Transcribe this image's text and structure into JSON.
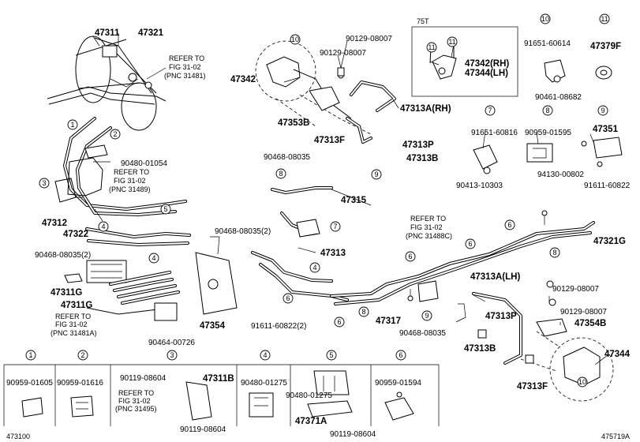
{
  "labels": {
    "p47311": "47311",
    "p47321": "47321",
    "refer_31481_l1": "REFER TO",
    "refer_31481_l2": "FIG 31-02",
    "refer_31481_l3": "(PNC 31481)",
    "p90480_01054": "90480-01054",
    "refer_31489_l1": "REFER TO",
    "refer_31489_l2": "FIG 31-02",
    "refer_31489_l3": "(PNC 31489)",
    "p47312": "47312",
    "p47322": "47322",
    "p90468_08035_2_left": "90468-08035(2)",
    "p47311g": "47311G",
    "p47311g_2": "47311G",
    "refer_31481a_l1": "REFER TO",
    "refer_31481a_l2": "FIG 31-02",
    "refer_31481a_l3": "(PNC 31481A)",
    "p90464_00726": "90464-00726",
    "p47342_left": "47342",
    "p90129_08007_a": "90129-08007",
    "p90129_08007_b": "90129-08007",
    "p47313a_rh": "47313A(RH)",
    "p47353b": "47353B",
    "p47313f_top": "47313F",
    "p47313p_top": "47313P",
    "p47313b_top": "47313B",
    "p90468_08035_mid": "90468-08035",
    "p47315": "47315",
    "p90468_08035_2_mid": "90468-08035(2)",
    "p47313": "47313",
    "p47354": "47354",
    "p91611_60822_2": "91611-60822(2)",
    "box75t_title": "75T",
    "p47342_rh": "47342(RH)",
    "p47344_lh": "47344(LH)",
    "p91651_60614": "91651-60614",
    "p90461_08682": "90461-08682",
    "p47379f": "47379F",
    "p91651_60816": "91651-60816",
    "p90413_10303": "90413-10303",
    "p90959_01595": "90959-01595",
    "p47351": "47351",
    "p94130_00802": "94130-00802",
    "p91611_60822": "91611-60822",
    "refer_31488c_l1": "REFER TO",
    "refer_31488c_l2": "FIG 31-02",
    "refer_31488c_l3": "(PNC 31488C)",
    "p47321g": "47321G",
    "p47313a_lh": "47313A(LH)",
    "p90129_08007_c": "90129-08007",
    "p90129_08007_d": "90129-08007",
    "p47354b": "47354B",
    "p47313p_bot": "47313P",
    "p47313b_bot": "47313B",
    "p47344": "47344",
    "p47313f_bot": "47313F",
    "p47317": "47317",
    "p90468_08035_bot": "90468-08035",
    "legend_c1_part": "90959-01605",
    "legend_c2_part": "90959-01616",
    "legend_c3_part_a": "90119-08604",
    "legend_c3_part_b": "47311B",
    "refer_31495_l1": "REFER TO",
    "refer_31495_l2": "FIG 31-02",
    "refer_31495_l3": "(PNC 31495)",
    "legend_c3_part_c": "90119-08604",
    "legend_c4_part": "90480-01275",
    "legend_c5_part_a": "90480-01275",
    "legend_c5_part_b": "47371A",
    "legend_c5_part_c": "90119-08604",
    "legend_c6_part": "90959-01594",
    "footer_left": "473100",
    "footer_right": "475719A"
  },
  "callouts": {
    "c1": "1",
    "c2": "2",
    "c3": "3",
    "c4": "4",
    "c5": "5",
    "c6": "6",
    "c7": "7",
    "c8": "8",
    "c9": "9",
    "c10": "10",
    "c11": "11"
  }
}
